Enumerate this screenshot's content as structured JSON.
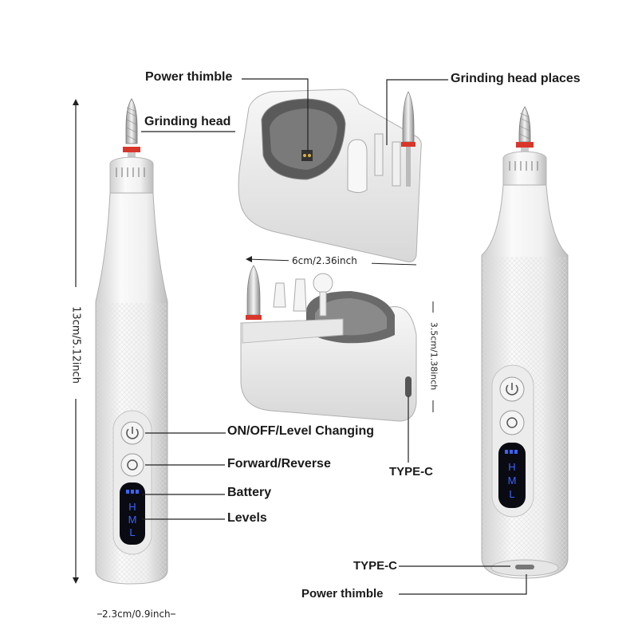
{
  "labels": {
    "power_thimble_top": "Power thimble",
    "grinding_head_places": "Grinding head places",
    "grinding_head": "Grinding head",
    "on_off": "ON/OFF/Level Changing",
    "forward_reverse": "Forward/Reverse",
    "battery": "Battery",
    "levels": "Levels",
    "type_c_base": "TYPE-C",
    "type_c_bottom": "TYPE-C",
    "power_thimble_bottom": "Power thimble"
  },
  "dimensions": {
    "length": "13cm/5.12inch",
    "width_pen": "2.3cm/0.9inch",
    "base_width": "6cm/2.36inch",
    "base_height": "3.5cm/1.38inch"
  },
  "display": {
    "levels_text": [
      "H",
      "M",
      "L"
    ],
    "battery_bars": 3
  },
  "colors": {
    "label_text": "#1a1a1a",
    "device_body": "#f2f2f2",
    "accent_red": "#d9362b",
    "display_blue": "#3a64ff",
    "display_bg": "#0a0a12"
  },
  "icons": [
    "power-icon",
    "reverse-icon",
    "battery-icon"
  ]
}
